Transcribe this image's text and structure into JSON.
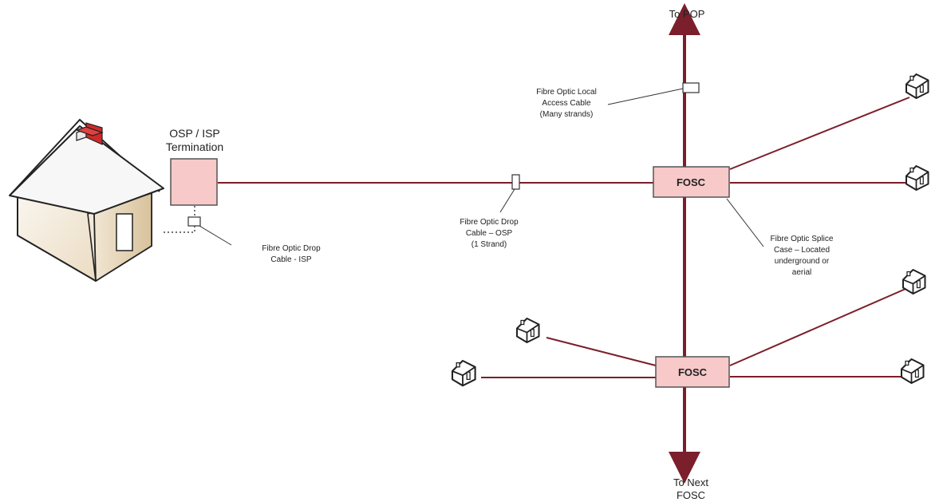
{
  "labels": {
    "to_pop": "To POP",
    "to_next_fosc_line1": "To Next",
    "to_next_fosc_line2": "FOSC",
    "termination_line1": "OSP / ISP",
    "termination_line2": "Termination",
    "drop_isp_line1": "Fibre Optic Drop",
    "drop_isp_line2": "Cable - ISP",
    "drop_osp_line1": "Fibre Optic Drop",
    "drop_osp_line2": "Cable – OSP",
    "drop_osp_line3": "(1 Strand)",
    "local_access_line1": "Fibre Optic Local",
    "local_access_line2": "Access Cable",
    "local_access_line3": "(Many strands)",
    "splice_line1": "Fibre Optic Splice",
    "splice_line2": "Case – Located",
    "splice_line3": "underground or",
    "splice_line4": "aerial",
    "fosc_upper": "FOSC",
    "fosc_lower": "FOSC"
  },
  "colors": {
    "cable": "#7a1f2b",
    "box_fill": "#f7c9c9",
    "box_stroke": "#555555",
    "chimney": "#cf2a2a",
    "house_roof": "#f4f4f4",
    "house_wall": "#e8dcc6"
  },
  "icons": {
    "main_house": "house-icon",
    "small_house": "small-house-icon"
  }
}
